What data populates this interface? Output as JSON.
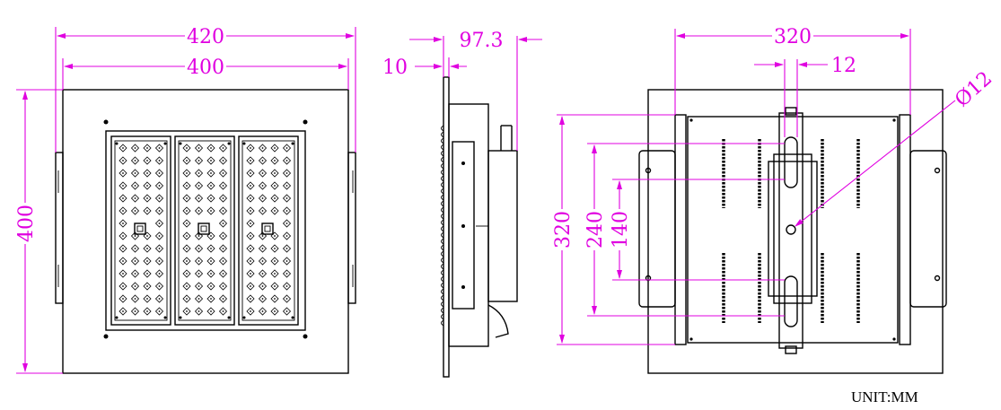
{
  "front_view": {
    "overall_width": "420",
    "plate_width": "400",
    "plate_height": "400",
    "led_modules": 3
  },
  "side_view": {
    "depth": "97.3",
    "plate_thickness": "10"
  },
  "back_view": {
    "mount_width": "320",
    "slot_width": "12",
    "mount_height": "320",
    "slot_span": "240",
    "slot_inner": "140",
    "hole_diameter": "Ø12"
  },
  "unit_label": "UNIT:MM",
  "colors": {
    "dimension": "#e000e0",
    "outline": "#000000",
    "background": "#ffffff"
  }
}
